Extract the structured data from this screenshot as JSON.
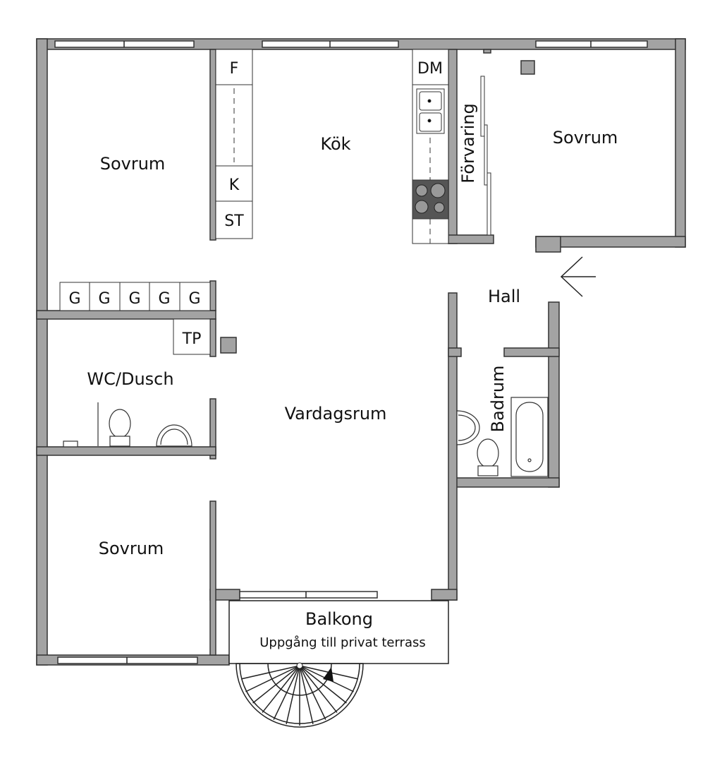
{
  "rooms": {
    "sovrum_top_left": "Sovrum",
    "kok": "Kök",
    "sovrum_top_right": "Sovrum",
    "forvaring": "Förvaring",
    "hall": "Hall",
    "wc": "WC/Dusch",
    "vardagsrum": "Vardagsrum",
    "badrum": "Badrum",
    "sovrum_bottom_left": "Sovrum",
    "balkong": "Balkong",
    "balkong_sub": "Uppgång till privat terrass"
  },
  "fixtures": {
    "fridge": "F",
    "freezer": "K",
    "stove_cabinet": "ST",
    "dishwasher": "DM",
    "tp": "TP",
    "wardrobes": [
      "G",
      "G",
      "G",
      "G",
      "G"
    ]
  },
  "colors": {
    "wall": "#a3a3a3",
    "stove": "#555555"
  }
}
